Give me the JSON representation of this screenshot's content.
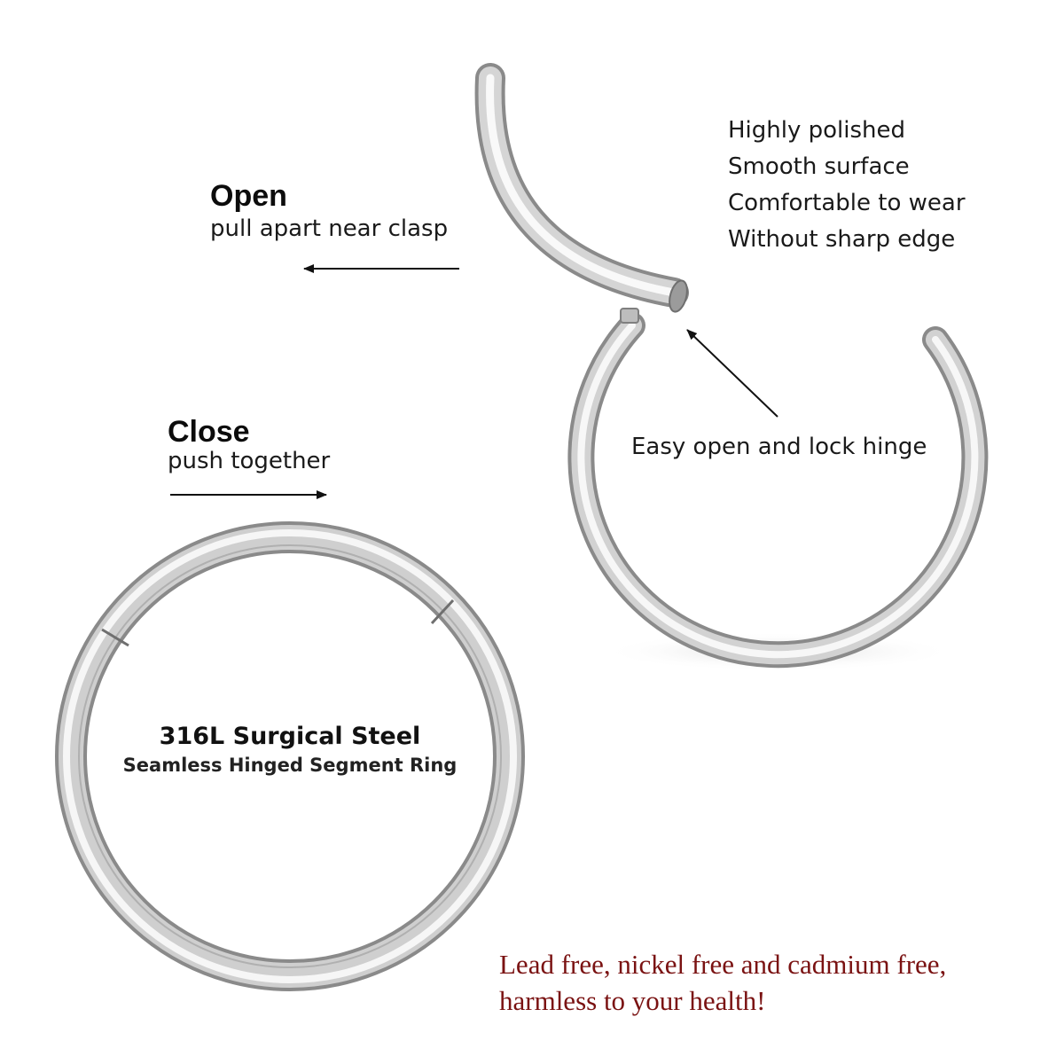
{
  "open": {
    "title": "Open",
    "subtitle": "pull apart near clasp"
  },
  "close": {
    "title": "Close",
    "subtitle": "push together"
  },
  "features": [
    "Highly polished",
    "Smooth surface",
    "Comfortable to wear",
    "Without sharp edge"
  ],
  "hinge_label": "Easy open and lock hinge",
  "ring_label": {
    "title": "316L Surgical Steel",
    "subtitle": "Seamless Hinged Segment Ring"
  },
  "health_note": {
    "line1": "Lead free, nickel free and cadmium free,",
    "line2": "harmless to your health!"
  },
  "colors": {
    "health_text": "#7a1212",
    "steel_dark": "#8e8e8e",
    "steel_light": "#f2f2f2"
  }
}
